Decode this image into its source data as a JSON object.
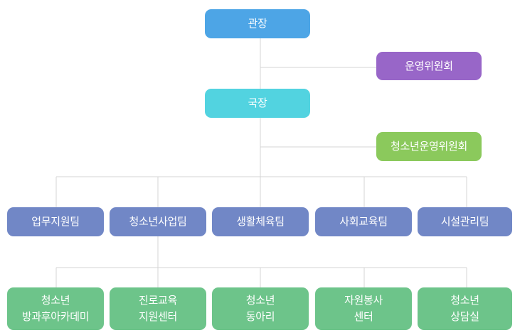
{
  "colors": {
    "director": "#4da5e6",
    "committee": "#9866c8",
    "bureau": "#52d3e0",
    "youth_committee": "#8bc95c",
    "teams": "#7187c6",
    "facilities": "#6dc48a",
    "connector": "#d4d4d4"
  },
  "org": {
    "director": "관장",
    "committee": "운영위원회",
    "bureau": "국장",
    "youth_committee": "청소년운영위원회",
    "teams": [
      "업무지원팀",
      "청소년사업팀",
      "생활체육팀",
      "사회교육팀",
      "시설관리팀"
    ],
    "facilities": [
      {
        "line1": "청소년",
        "line2": "방과후아카데미"
      },
      {
        "line1": "진로교육",
        "line2": "지원센터"
      },
      {
        "line1": "청소년",
        "line2": "동아리"
      },
      {
        "line1": "자원봉사",
        "line2": "센터"
      },
      {
        "line1": "청소년",
        "line2": "상담실"
      }
    ]
  }
}
